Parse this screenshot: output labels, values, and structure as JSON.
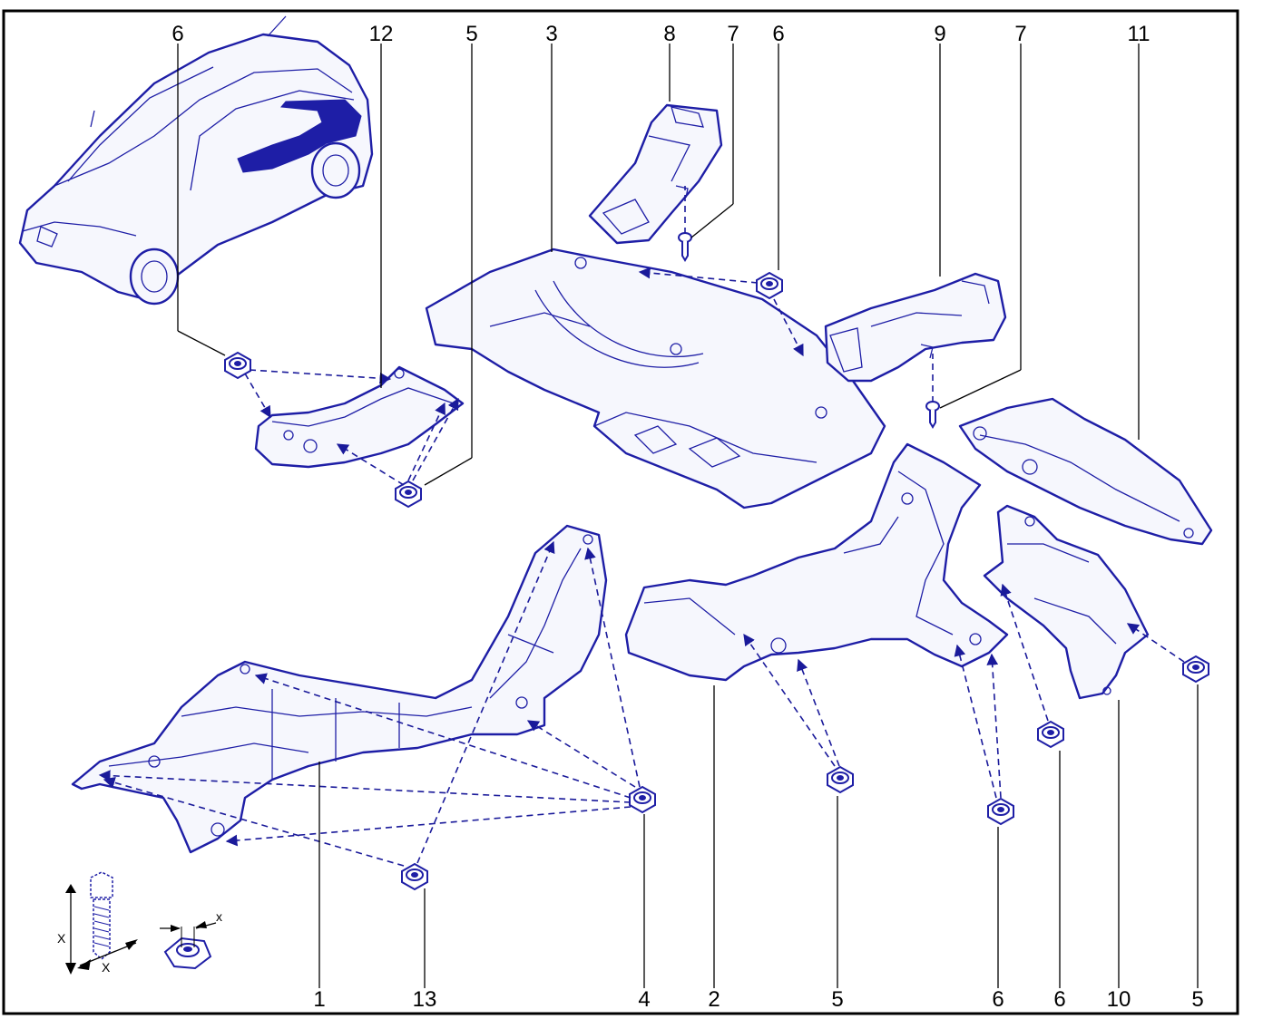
{
  "callouts": {
    "top": [
      "6",
      "12",
      "5",
      "3",
      "8",
      "7",
      "6",
      "9",
      "7",
      "11"
    ],
    "bottom": [
      "1",
      "13",
      "4",
      "2",
      "5",
      "6",
      "6",
      "10",
      "5"
    ]
  },
  "dimension_labels": {
    "bolt_height": "X",
    "bolt_width": "X",
    "nut_width": "x"
  },
  "colors": {
    "line": "#1e1ea6",
    "highlight": "#1e1ea6",
    "frame": "#000000"
  }
}
